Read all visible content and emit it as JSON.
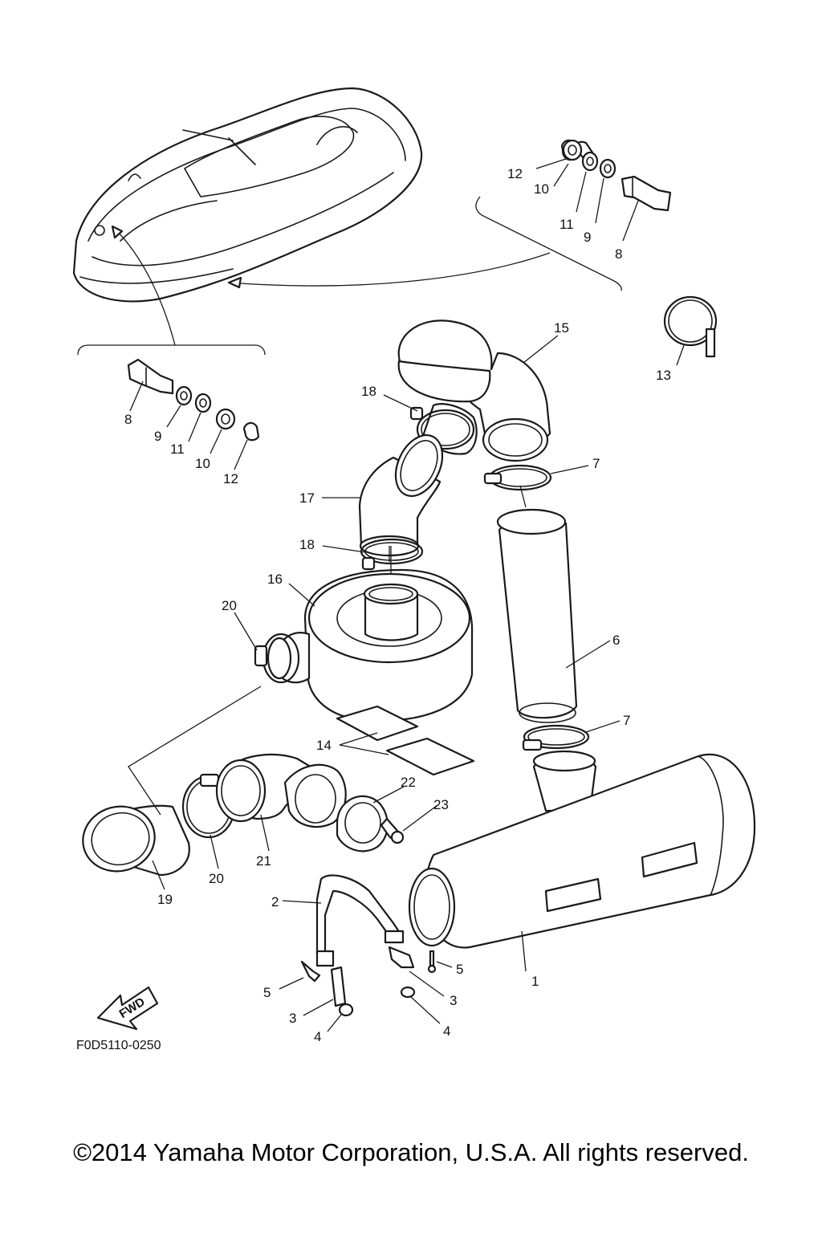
{
  "diagram": {
    "callouts": [
      {
        "id": "c15",
        "text": "15"
      },
      {
        "id": "c13",
        "text": "13"
      },
      {
        "id": "c12a",
        "text": "12"
      },
      {
        "id": "c10a",
        "text": "10"
      },
      {
        "id": "c11a",
        "text": "11"
      },
      {
        "id": "c9a",
        "text": "9"
      },
      {
        "id": "c8a",
        "text": "8"
      },
      {
        "id": "c8b",
        "text": "8"
      },
      {
        "id": "c9b",
        "text": "9"
      },
      {
        "id": "c11b",
        "text": "11"
      },
      {
        "id": "c10b",
        "text": "10"
      },
      {
        "id": "c12b",
        "text": "12"
      },
      {
        "id": "c18a",
        "text": "18"
      },
      {
        "id": "c7a",
        "text": "7"
      },
      {
        "id": "c17",
        "text": "17"
      },
      {
        "id": "c18b",
        "text": "18"
      },
      {
        "id": "c16",
        "text": "16"
      },
      {
        "id": "c20a",
        "text": "20"
      },
      {
        "id": "c6",
        "text": "6"
      },
      {
        "id": "c7b",
        "text": "7"
      },
      {
        "id": "c14",
        "text": "14"
      },
      {
        "id": "c22",
        "text": "22"
      },
      {
        "id": "c23",
        "text": "23"
      },
      {
        "id": "c21",
        "text": "21"
      },
      {
        "id": "c20b",
        "text": "20"
      },
      {
        "id": "c19",
        "text": "19"
      },
      {
        "id": "c2",
        "text": "2"
      },
      {
        "id": "c5a",
        "text": "5"
      },
      {
        "id": "c1",
        "text": "1"
      },
      {
        "id": "c5b",
        "text": "5"
      },
      {
        "id": "c3a",
        "text": "3"
      },
      {
        "id": "c3b",
        "text": "3"
      },
      {
        "id": "c4a",
        "text": "4"
      },
      {
        "id": "c4b",
        "text": "4"
      }
    ],
    "fwd_label": "FWD",
    "figure_code": "F0D5110-0250"
  },
  "footer": {
    "copyright": "©2014 Yamaha Motor Corporation, U.S.A. All rights reserved."
  }
}
